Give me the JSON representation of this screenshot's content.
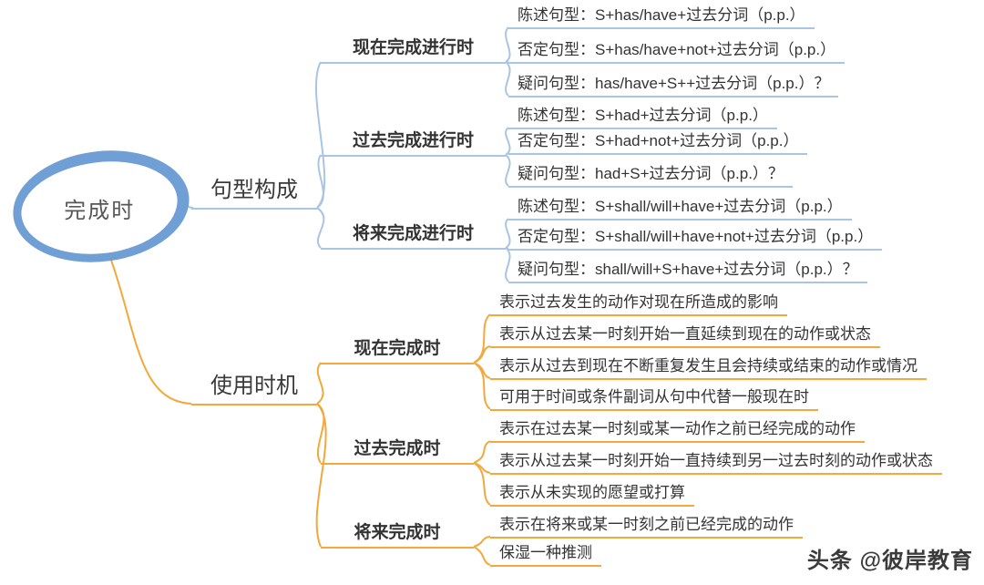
{
  "root": {
    "label": "完成时"
  },
  "branches": [
    {
      "label": "句型构成",
      "children": [
        {
          "label": "现在完成进行时",
          "children": [
            {
              "label": "陈述句型：S+has/have+过去分词（p.p.）"
            },
            {
              "label": "否定句型：S+has/have+not+过去分词（p.p.）"
            },
            {
              "label": "疑问句型：has/have+S++过去分词（p.p.）？"
            }
          ]
        },
        {
          "label": "过去完成进行时",
          "children": [
            {
              "label": "陈述句型：S+had+过去分词（p.p.）"
            },
            {
              "label": "否定句型：S+had+not+过去分词（p.p.）"
            },
            {
              "label": "疑问句型：had+S+过去分词（p.p.）？"
            }
          ]
        },
        {
          "label": "将来完成进行时",
          "children": [
            {
              "label": "陈述句型：S+shall/will+have+过去分词（p.p.）"
            },
            {
              "label": "否定句型：S+shall/will+have+not+过去分词（p.p.）"
            },
            {
              "label": "疑问句型：shall/will+S+have+过去分词（p.p.）？"
            }
          ]
        }
      ]
    },
    {
      "label": "使用时机",
      "children": [
        {
          "label": "现在完成时",
          "children": [
            {
              "label": "表示过去发生的动作对现在所造成的影响"
            },
            {
              "label": "表示从过去某一时刻开始一直延续到现在的动作或状态"
            },
            {
              "label": "表示从过去到现在不断重复发生且会持续或结束的动作或情况"
            },
            {
              "label": "可用于时间或条件副词从句中代替一般现在时"
            }
          ]
        },
        {
          "label": "过去完成时",
          "children": [
            {
              "label": "表示在过去某一时刻或某一动作之前已经完成的动作"
            },
            {
              "label": "表示从过去某一时刻开始一直持续到另一过去时刻的动作或状态"
            },
            {
              "label": "表示从未实现的愿望或打算"
            }
          ]
        },
        {
          "label": "将来完成时",
          "children": [
            {
              "label": "表示在将来或某一时刻之前已经完成的动作"
            },
            {
              "label": "保湿一种推测"
            }
          ]
        }
      ]
    }
  ],
  "watermark": "头条 @彼岸教育",
  "colors": {
    "ellipse_stroke": "#6f9fd4",
    "line_blue": "#a9c4e4",
    "line_orange": "#f2a83b",
    "text": "#333333"
  }
}
